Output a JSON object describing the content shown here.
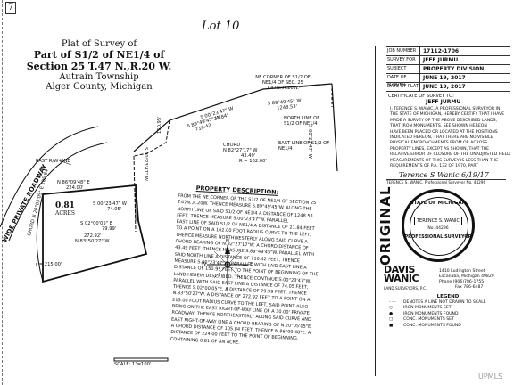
{
  "header": {
    "corner_mark": "7",
    "lot_note": "Lot 10",
    "title_line1": "Plat of Survey of",
    "title_line2": "Part of S1/2 of NE1/4 of",
    "title_line3": "Section 25 T.47 N.,R.20 W.",
    "title_line4": "Autrain Township",
    "title_line5": "Alger County, Michigan"
  },
  "drawing": {
    "ne_corner_label": "NE CORNER OF S1/2 OF NE1/4 OF SEC. 25 T.47N.,R.20W.",
    "top_bearing": "S 89°49'45\" W",
    "top_dist": "1248.53'",
    "north_line_label": "NORTH LINE OF S1/2 OF NE1/4",
    "b1": "S 00°23'47\" W",
    "b1_dist": "21.84'",
    "b2": "S 89°49'45\" W",
    "b2_dist": "710.42'",
    "chord_label": "CHORD",
    "chord_bearing": "N 82°27'17\" W",
    "chord_dist": "43.49'",
    "chord_radius": "R = 162.00'",
    "east_line_label": "EAST LINE OF S1/2 OF NE1/4",
    "east_bearing": "S 00°23'47\" W",
    "right_vertical": "S 00°23'47\" W",
    "left_dist": "150.95'",
    "east_rw_label": "EAST R/W LINE",
    "road_label": "WIDE PRIVATE ROADWAY",
    "lot_bearing_top": "N 86°09'48\" E",
    "lot_dist_top": "224.00'",
    "lot_inner": "S 00°23'47\" W",
    "lot_inner_dist": "74.05'",
    "lot_acres": "0.81",
    "lot_acres_label": "ACRES",
    "lot_inner2": "S 02°00'05\" E",
    "lot_inner2_dist": "79.99'",
    "lot_bottom_dist": "272.92'",
    "lot_bottom_bearing": "N 83°50'27\" W",
    "chord_left": "CHORD",
    "chord_left_bearing": "N 20°05'05\" E",
    "chord_left_dist": "105.84'",
    "radius_bottom": "r = 215.00'",
    "scale": "SCALE: 1\"=100'",
    "compass_n": "N",
    "compass_s": "S",
    "compass_e": "E",
    "compass_w": "W"
  },
  "description": {
    "heading": "PROPERTY DESCRIPTION:",
    "lines": [
      "FROM THE NE CORNER OF THE S1/2 OF NE1/4 OF SECTION 25",
      "T.47N.,R.20W. THENCE MEASURE S.89°49'45\"W. ALONG THE",
      "NORTH LINE OF SAID S1/2 OF NE1/4 A DISTANCE OF 1248.53",
      "FEET, THENCE MEASURE S.00°23'47\"W. PARALLEL",
      "EAST LINE OF SAID S1/2 OF NE1/4 A DISTANCE OF 21.84 FEET",
      "TO A POINT ON A 162.00 FOOT RADIUS CURVE TO THE LEFT,",
      "THENCE MEASURE NORTHWESTERLY ALONG SAID CURVE A",
      "CHORD BEARING OF N.82°27'17\"W. A CHORD DISTANCE OF",
      "43.49 FEET, THENCE MEASURE S.89°49'45\"W. PARALLEL WITH",
      "SAID NORTH LINE A DISTANCE OF 710.42 FEET, THENCE",
      "MEASURE S.00°23'47\"W. PARALLEL WITH SAID EAST LINE A",
      "DISTANCE OF 150.95 FEET TO THE POINT OF BEGINNING OF THE",
      "LAND HEREIN DESCRIBED. THENCE CONTINUE S.00°23'47\"W.",
      "PARALLEL WITH SAID EAST LINE A DISTANCE OF 74.05 FEET,",
      "THENCE S.02°00'05\"E. A DISTANCE OF 79.99 FEET, THENCE",
      "N.83°50'27\"W. A DISTANCE OF 272.92 FEET TO A POINT ON A",
      "215.00 FOOT RADIUS CURVE TO THE LEFT, SAID POINT ALSO",
      "BEING ON THE EAST RIGHT-OF-WAY LINE OF A 30.00' PRIVATE",
      "ROADWAY, THENCE NORTHEASTERLY ALONG SAID CURVE AND",
      "EAST RIGHT-OF-WAY LINE A CHORD BEARING OF N.20°05'05\"E.",
      "A CHORD DISTANCE OF 105.84 FEET, THENCE N.86°09'48\"E. A",
      "DISTANCE OF 224.00 FEET TO THE POINT OF BEGINNING,",
      "CONTAINING 0.81 OF AN ACRE."
    ]
  },
  "title_block": {
    "rows": [
      {
        "k": "JOB NUMBER",
        "v": "17112-1706"
      },
      {
        "k": "SURVEY FOR",
        "v": "JEFF JURMU"
      },
      {
        "k": "SUBJECT",
        "v": "PROPERTY DIVISION"
      },
      {
        "k": "DATE OF SURVEY",
        "v": "JUNE 19, 2017"
      },
      {
        "k": "DATE OF PLAT",
        "v": "JUNE 19, 2017"
      }
    ],
    "cert_label": "CERTIFICATE OF SURVEY TO:",
    "cert_to": "JEFF JURMU",
    "cert_lines": [
      "I, TERENCE S. WANIC, A PROFESSIONAL SURVEYOR IN",
      "THE STATE OF MICHIGAN, HEREBY CERTIFY THAT I HAVE",
      "MADE A SURVEY OF THE ABOVE DESCRIBED LANDS,",
      "THAT IRON MONUMENTS, SEE SHOWN HEREON",
      "HAVE BEEN PLACED OR LOCATED AT THE POSITIONS",
      "INDICATED HEREON, THAT THERE ARE NO VISIBLE",
      "PHYSICAL ENCROACHMENTS FROM OR ACROSS",
      "PROPERTY LINES, EXCEPT AS SHOWN, THAT THE",
      "RELATIVE ERROR OF CLOSURE OF THE UNADJUSTED FIELD",
      "MEASUREMENTS OF THIS SURVEY IS LESS THAN THE",
      "REQUIREMENTS OF P.A. 132 OF 1970, PART"
    ],
    "signature": "Terence S Wanic 6/19/17",
    "surveyor_line": "TERENCE S. WANIC, Professional Surveyor No. 44296",
    "original_label": "ORIGINAL",
    "seal_top": "STATE OF MICHIGAN",
    "seal_name": "TERENCE S. WANIC",
    "seal_no": "No. 44296",
    "seal_bottom": "PROFESSIONAL SURVEYOR",
    "firm_name": "DAVIS WANIC",
    "firm_sub": "LAND SURVEYORS, P.C.",
    "firm_addr1": "1410 Ludington Street",
    "firm_addr2": "Escanaba, Michigan 49829",
    "firm_phone": "Phone (906)786-1755",
    "firm_fax": "Fax 786-6487",
    "legend_title": "LEGEND",
    "legend": [
      "DENOTES A LINE NOT DRAWN TO SCALE",
      "IRON MONUMENTS SET",
      "IRON MONUMENTS FOUND",
      "CONC. MONUMENTS SET",
      "CONC. MONUMENTS FOUND"
    ]
  },
  "watermark": "UPMLS"
}
